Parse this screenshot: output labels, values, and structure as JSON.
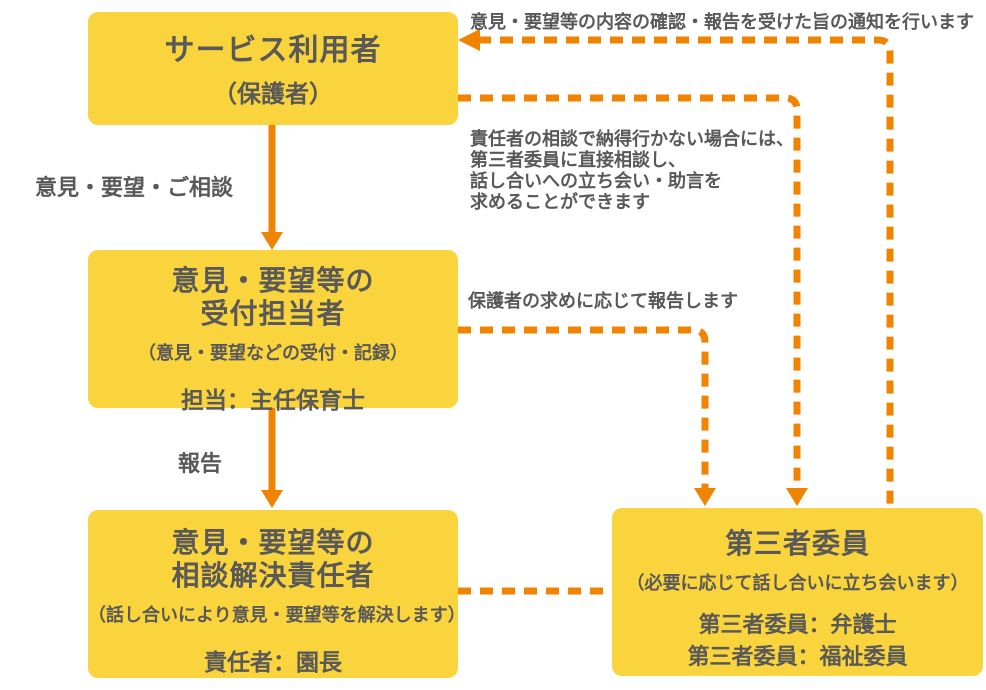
{
  "diagram": {
    "colors": {
      "box_fill": "#F9D43C",
      "arrow_orange": "#F08300",
      "text_gray": "#595959"
    },
    "boxes": {
      "service_user": {
        "title": "サービス利用者",
        "subtitle": "（保護者）"
      },
      "reception": {
        "title_line1": "意見・要望等の",
        "title_line2": "受付担当者",
        "note": "（意見・要望などの受付・記録）",
        "staff": "担当：主任保育士"
      },
      "resolver": {
        "title_line1": "意見・要望等の",
        "title_line2": "相談解決責任者",
        "note": "（話し合いにより意見・要望等を解決します）",
        "staff": "責任者：園長"
      },
      "third_party": {
        "title": "第三者委員",
        "note": "（必要に応じて話し合いに立ち会います）",
        "member1": "第三者委員：弁護士",
        "member2": "第三者委員：福祉委員"
      }
    },
    "labels": {
      "notice": "意見・要望等の内容の確認・報告を受けた旨の通知を行います",
      "direct_consult_lines": [
        "責任者の相談で納得行かない場合には、",
        "第三者委員に直接相談し、",
        "話し合いへの立ち会い・助言を",
        "求めることができます"
      ],
      "report_on_request": "保護者の求めに応じて報告します",
      "consult": "意見・要望・ご相談",
      "report": "報告"
    }
  }
}
